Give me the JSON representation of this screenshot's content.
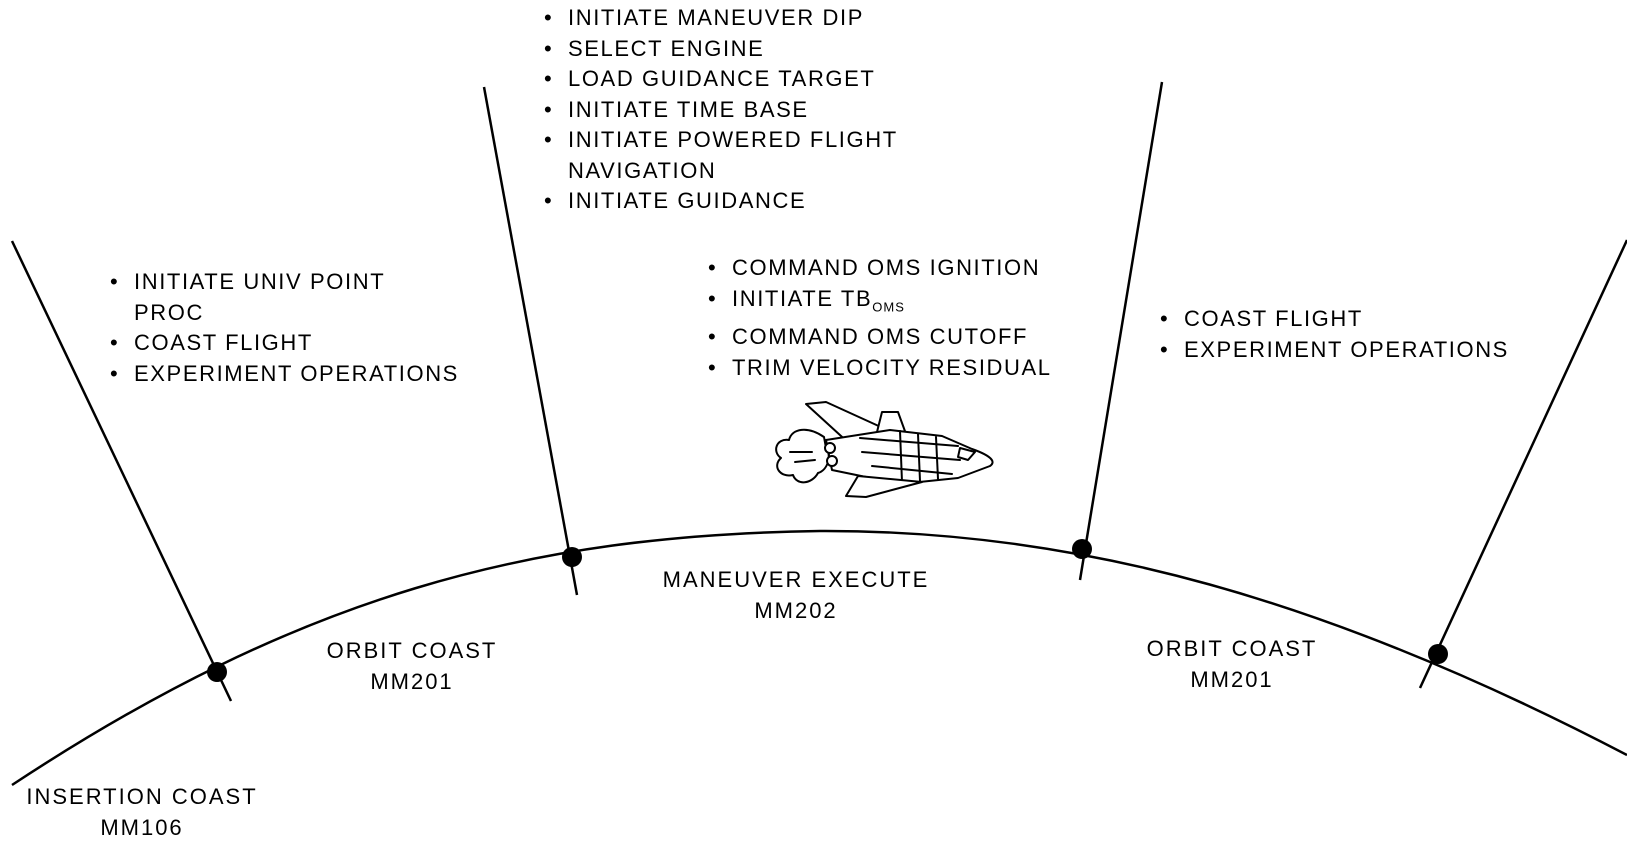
{
  "phases": {
    "insertion_coast": {
      "name": "INSERTION COAST",
      "mode": "MM106"
    },
    "orbit_coast_1": {
      "name": "ORBIT COAST",
      "mode": "MM201"
    },
    "maneuver_execute": {
      "name": "MANEUVER EXECUTE",
      "mode": "MM202"
    },
    "orbit_coast_2": {
      "name": "ORBIT COAST",
      "mode": "MM201"
    }
  },
  "tasks": {
    "orbit_coast_1": [
      {
        "line1": "INITIATE UNIV POINT",
        "line2": "PROC"
      },
      {
        "line1": "COAST FLIGHT"
      },
      {
        "line1": "EXPERIMENT OPERATIONS"
      }
    ],
    "maneuver_prep": [
      {
        "line1": "INITIATE MANEUVER DIP"
      },
      {
        "line1": "SELECT ENGINE"
      },
      {
        "line1": "LOAD GUIDANCE TARGET"
      },
      {
        "line1": "INITIATE TIME BASE"
      },
      {
        "line1": "INITIATE POWERED FLIGHT",
        "line2": "NAVIGATION"
      },
      {
        "line1": "INITIATE GUIDANCE"
      }
    ],
    "maneuver_burn": [
      {
        "line1": "COMMAND OMS IGNITION"
      },
      {
        "line1": "INITIATE TB",
        "sub": "OMS"
      },
      {
        "line1": "COMMAND OMS CUTOFF"
      },
      {
        "line1": "TRIM VELOCITY RESIDUAL"
      }
    ],
    "orbit_coast_2": [
      {
        "line1": "COAST FLIGHT"
      },
      {
        "line1": "EXPERIMENT OPERATIONS"
      }
    ]
  },
  "icons": {
    "vehicle": "space-shuttle-icon"
  }
}
